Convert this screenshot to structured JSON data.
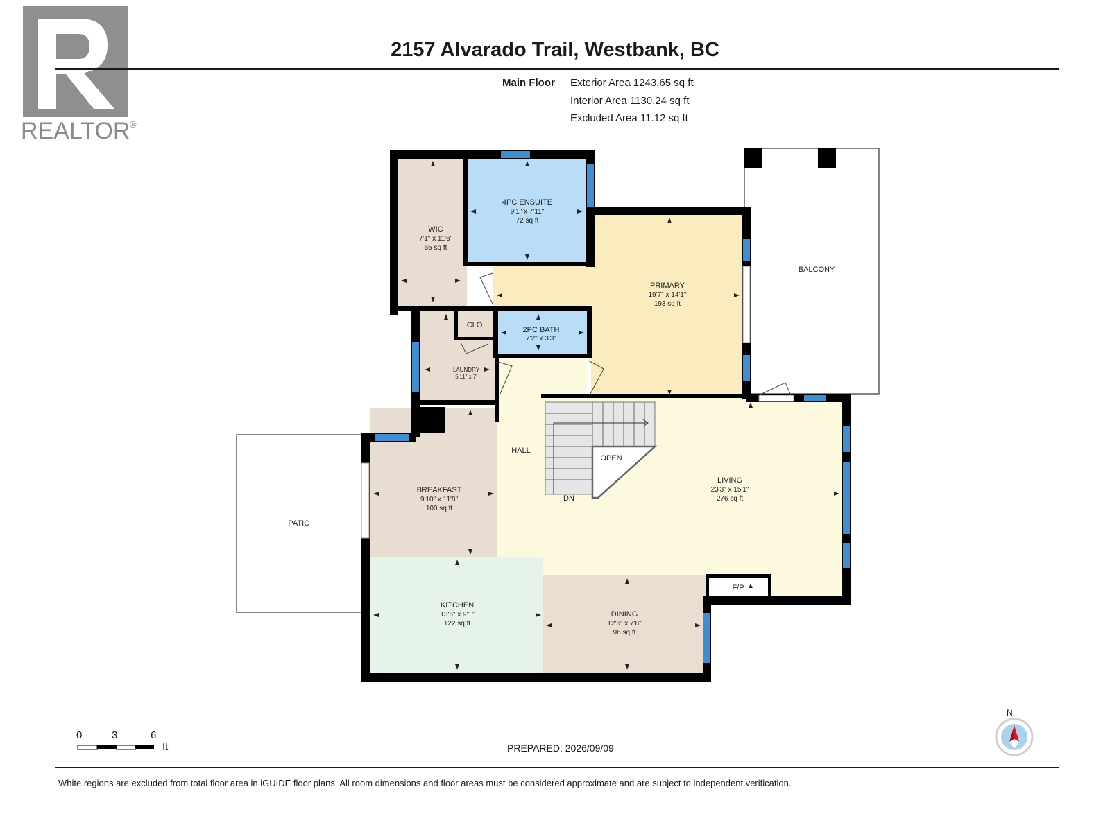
{
  "logo": {
    "text": "REALTOR",
    "registered": "®"
  },
  "title": "2157 Alvarado Trail, Westbank, BC",
  "area_info": {
    "floor": "Main Floor",
    "exterior": "Exterior Area 1243.65 sq ft",
    "interior": "Interior Area 1130.24 sq ft",
    "excluded": "Excluded Area 11.12 sq ft"
  },
  "rooms": {
    "ensuite": {
      "name": "4PC ENSUITE",
      "dims": "9'1\" x 7'11\"",
      "area": "72 sq ft"
    },
    "wic": {
      "name": "WIC",
      "dims": "7'1\" x 11'6\"",
      "area": "65 sq ft"
    },
    "primary": {
      "name": "PRIMARY",
      "dims": "19'7\" x 14'1\"",
      "area": "193 sq ft"
    },
    "balcony": {
      "name": "BALCONY"
    },
    "clo": {
      "name": "CLO"
    },
    "bath2": {
      "name": "2PC BATH",
      "dims": "7'2\" x 3'3\""
    },
    "laundry": {
      "name": "LAUNDRY",
      "dims": "5'11\" x 7'"
    },
    "hall": {
      "name": "HALL"
    },
    "open": {
      "name": "OPEN"
    },
    "dn": {
      "name": "DN"
    },
    "living": {
      "name": "LIVING",
      "dims": "23'3\" x 15'1\"",
      "area": "276 sq ft"
    },
    "breakfast": {
      "name": "BREAKFAST",
      "dims": "9'10\" x 11'8\"",
      "area": "100 sq ft"
    },
    "patio": {
      "name": "PATIO"
    },
    "fp": {
      "name": "F/P"
    },
    "kitchen": {
      "name": "KITCHEN",
      "dims": "13'6\" x 9'1\"",
      "area": "122 sq ft"
    },
    "dining": {
      "name": "DINING",
      "dims": "12'6\" x 7'8\"",
      "area": "96 sq ft"
    }
  },
  "scale": {
    "zero": "0",
    "three": "3",
    "six": "6",
    "unit": "ft"
  },
  "prepared": "PREPARED: 2026/09/09",
  "north": "N",
  "disclaimer": "White regions are excluded from total floor area in iGUIDE floor plans. All room dimensions and floor areas must be considered approximate and are subject to independent verification.",
  "colors": {
    "wall": "#000000",
    "window": "#3d8fd1",
    "ensuite_fill": "#b9ddf6",
    "primary_fill": "#fbecc0",
    "wic_fill": "#e8ddd0",
    "hall_fill": "#fdf9de",
    "kitchen_fill": "#e5f3ea",
    "dining_fill": "#e9ded0"
  }
}
